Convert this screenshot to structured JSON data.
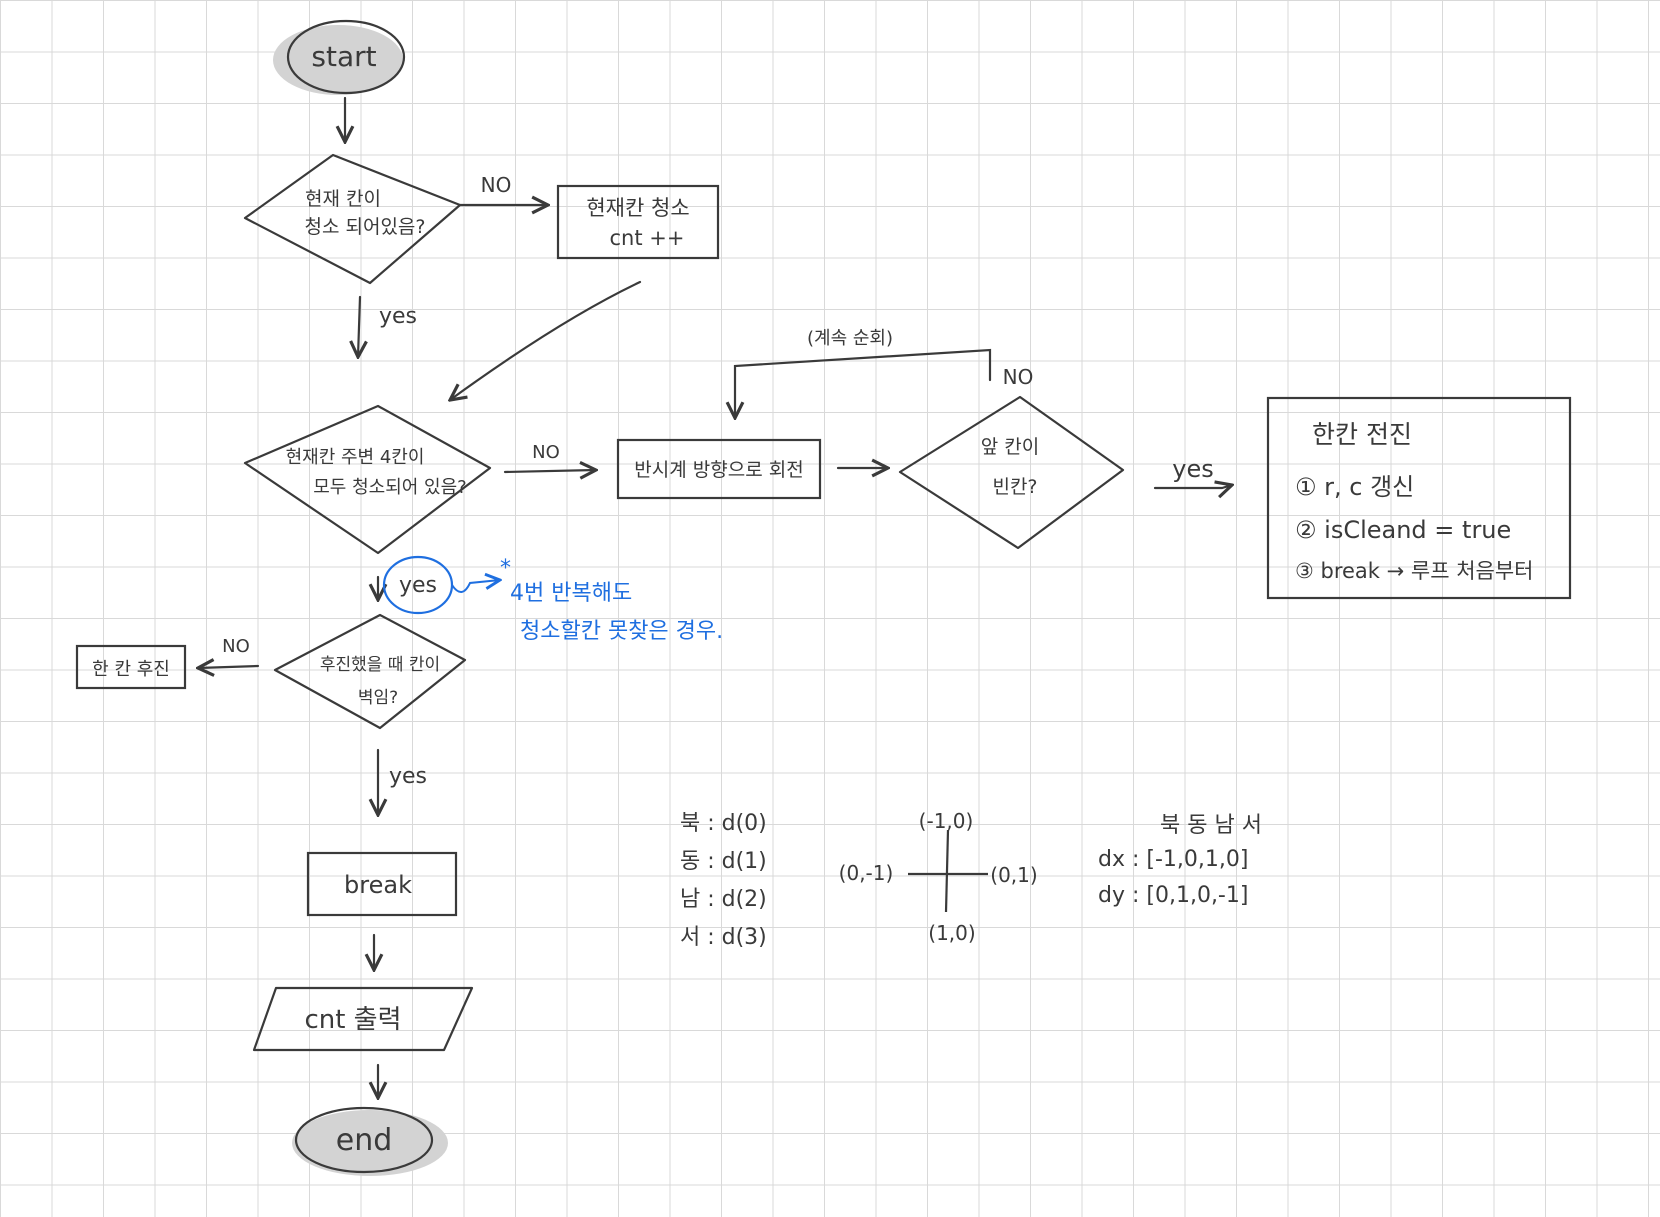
{
  "nodes": {
    "start": "start",
    "q_cleaned": [
      "현재 칸이",
      "청소 되어있음?"
    ],
    "clean_current": [
      "현재칸 청소",
      "cnt ++"
    ],
    "q_four_cleaned": [
      "현재칸 주변 4칸이",
      "모두 청소되어 있음?"
    ],
    "rotate": "반시계 방향으로 회전",
    "q_front_empty": [
      "앞 칸이",
      "빈칸?"
    ],
    "advance_title": "한칸 전진",
    "advance_steps": [
      "① r, c 갱신",
      "② isCleand = true",
      "③ break → 루프 처음부터"
    ],
    "q_back_wall": [
      "후진했을 때 칸이",
      "벽임?"
    ],
    "move_back": "한 칸 후진",
    "break": "break",
    "output": "cnt 출력",
    "end": "end"
  },
  "edges": {
    "no1": "NO",
    "yes1": "yes",
    "no2": "NO",
    "continue_loop": "(계속 순회)",
    "no3": "NO",
    "yes2": "yes",
    "yes3": "yes",
    "no4": "NO",
    "yes4": "yes"
  },
  "note": {
    "mark": "*",
    "lines": [
      "4번 반복해도",
      "청소할칸 못찾은 경우."
    ]
  },
  "directions": {
    "list": [
      "북 : d(0)",
      "동 : d(1)",
      "남 : d(2)",
      "서 : d(3)"
    ],
    "axis": {
      "top": "(-1,0)",
      "left": "(0,-1)",
      "right": "(0,1)",
      "bottom": "(1,0)"
    },
    "order": "북 동 남 서",
    "dx": "dx : [-1,0,1,0]",
    "dy": "dy : [0,1,0,-1]"
  },
  "colors": {
    "ink": "#3a3a3a",
    "terminal_fill": "#d3d3d3",
    "note": "#1f6fe0",
    "grid": "#d9d9d9"
  }
}
